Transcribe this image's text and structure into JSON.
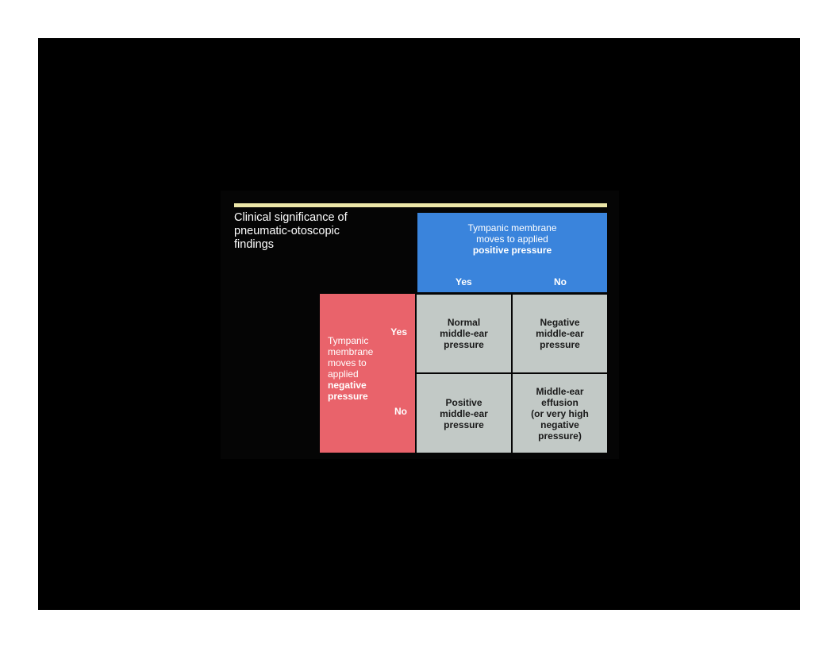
{
  "title": "Clinical significance of\npneumatic-otoscopic\nfindings",
  "column_header": {
    "line1": "Tympanic membrane",
    "line2": "moves to applied",
    "line3": "positive pressure",
    "yes": "Yes",
    "no": "No"
  },
  "row_header": {
    "line1": "Tympanic",
    "line2": "membrane",
    "line3": "moves to",
    "line4": "applied",
    "line5": "negative",
    "line6": "pressure",
    "yes": "Yes",
    "no": "No"
  },
  "cells": {
    "yes_yes": "Normal\nmiddle-ear\npressure",
    "yes_no": "Negative\nmiddle-ear\npressure",
    "no_yes": "Positive\nmiddle-ear\npressure",
    "no_no": "Middle-ear\neffusion\n(or very high\nnegative\npressure)"
  },
  "colors": {
    "background": "#000000",
    "accent_rule": "#ece6a8",
    "column_header": "#3a84dc",
    "row_header": "#e9636b",
    "cell": "#c2c9c6"
  }
}
